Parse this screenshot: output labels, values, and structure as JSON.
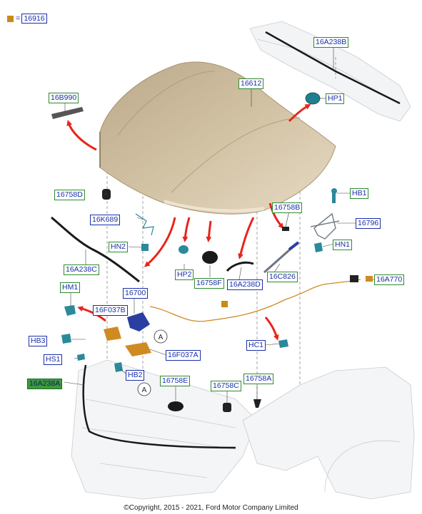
{
  "legend": {
    "symbol_color": "#c98a16",
    "equals": "=",
    "code": "16916"
  },
  "labels": {
    "l16A238B": "16A238B",
    "l16612": "16612",
    "l16B990": "16B990",
    "lHP1": "HP1",
    "l16758D": "16758D",
    "lHB1": "HB1",
    "l16758B": "16758B",
    "l16K689": "16K689",
    "l16796": "16796",
    "lHN2": "HN2",
    "lHN1": "HN1",
    "lHP2": "HP2",
    "l16758F": "16758F",
    "l16A238D": "16A238D",
    "l16C826": "16C826",
    "l16A238C": "16A238C",
    "l16A770": "16A770",
    "lHM1": "HM1",
    "l16700": "16700",
    "l16F037B": "16F037B",
    "lHB3": "HB3",
    "lHC1": "HC1",
    "l16F037A": "16F037A",
    "lHS1": "HS1",
    "lHB2": "HB2",
    "l16A238A": "16A238A",
    "l16758E": "16758E",
    "l16758C": "16758C",
    "l16758A": "16758A"
  },
  "callouts": {
    "a1": "A",
    "a2": "A"
  },
  "copyright": "©Copyright, 2015 - 2021, Ford Motor Company Limited",
  "colors": {
    "hood": "#cdbb9c",
    "arrow": "#e8251b",
    "teal_part": "#2a8a9a",
    "orange_part": "#d08a22",
    "blue_part": "#2a3fa0",
    "label_green": "#2e8b2e",
    "label_blue": "#1a2fa8"
  }
}
